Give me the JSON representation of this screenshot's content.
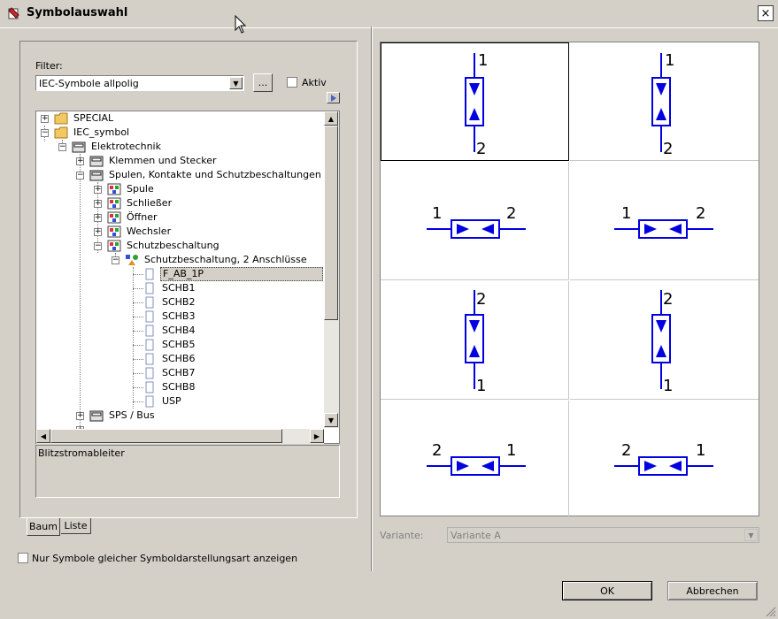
{
  "window": {
    "title": "Symbolauswahl",
    "close_label": "×"
  },
  "filter": {
    "label": "Filter:",
    "value": "IEC-Symbole allpolig",
    "browse_label": "...",
    "aktiv_label": "Aktiv"
  },
  "tree": {
    "items": [
      {
        "label": "SPECIAL"
      },
      {
        "label": "IEC_symbol"
      },
      {
        "label": "Elektrotechnik"
      },
      {
        "label": "Klemmen und Stecker"
      },
      {
        "label": "Spulen, Kontakte und Schutzbeschaltungen"
      },
      {
        "label": "Spule"
      },
      {
        "label": "Schließer"
      },
      {
        "label": "Öffner"
      },
      {
        "label": "Wechsler"
      },
      {
        "label": "Schutzbeschaltung"
      },
      {
        "label": "Schutzbeschaltung, 2 Anschlüsse"
      },
      {
        "label": "F_AB_1P"
      },
      {
        "label": "SCHB1"
      },
      {
        "label": "SCHB2"
      },
      {
        "label": "SCHB3"
      },
      {
        "label": "SCHB4"
      },
      {
        "label": "SCHB5"
      },
      {
        "label": "SCHB6"
      },
      {
        "label": "SCHB7"
      },
      {
        "label": "SCHB8"
      },
      {
        "label": "USP"
      },
      {
        "label": "SPS / Bus"
      }
    ]
  },
  "description": "Blitzstromableiter",
  "tabs": {
    "baum": "Baum",
    "liste": "Liste"
  },
  "only_same_label": "Nur Symbole gleicher Symboldarstellungsart anzeigen",
  "symbols": [
    {
      "a": "1",
      "b": "2"
    },
    {
      "a": "1",
      "b": "2"
    },
    {
      "a": "1",
      "b": "2"
    },
    {
      "a": "1",
      "b": "2"
    },
    {
      "a": "2",
      "b": "1"
    },
    {
      "a": "2",
      "b": "1"
    },
    {
      "a": "2",
      "b": "1"
    },
    {
      "a": "2",
      "b": "1"
    }
  ],
  "variant": {
    "label": "Variante:",
    "value": "Variante A"
  },
  "buttons": {
    "ok": "OK",
    "cancel": "Abbrechen"
  },
  "colors": {
    "symbol_blue": "#0000e0",
    "selection_bg": "#d4d0c8",
    "window_bg": "#d4d0c8"
  }
}
